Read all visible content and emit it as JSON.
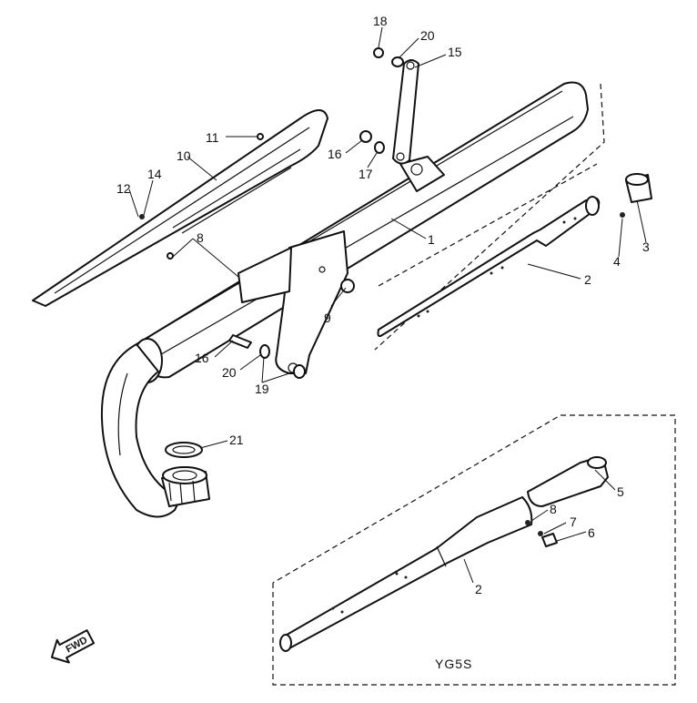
{
  "callouts": {
    "c1": "1",
    "c2_upper": "2",
    "c2_lower": "2",
    "c3": "3",
    "c4": "4",
    "c5": "5",
    "c6": "6",
    "c7": "7",
    "c8_upper": "8",
    "c8_lower": "8",
    "c9": "9",
    "c10": "10",
    "c11": "11",
    "c12": "12",
    "c14": "14",
    "c15": "15",
    "c16_upper": "16",
    "c16_lower": "16",
    "c17": "17",
    "c18": "18",
    "c19": "19",
    "c20_upper": "20",
    "c20_lower": "20",
    "c21": "21"
  },
  "variant_label": "YG5S",
  "direction_arrow": {
    "label": "FWD",
    "icon": "direction-arrow-icon"
  }
}
